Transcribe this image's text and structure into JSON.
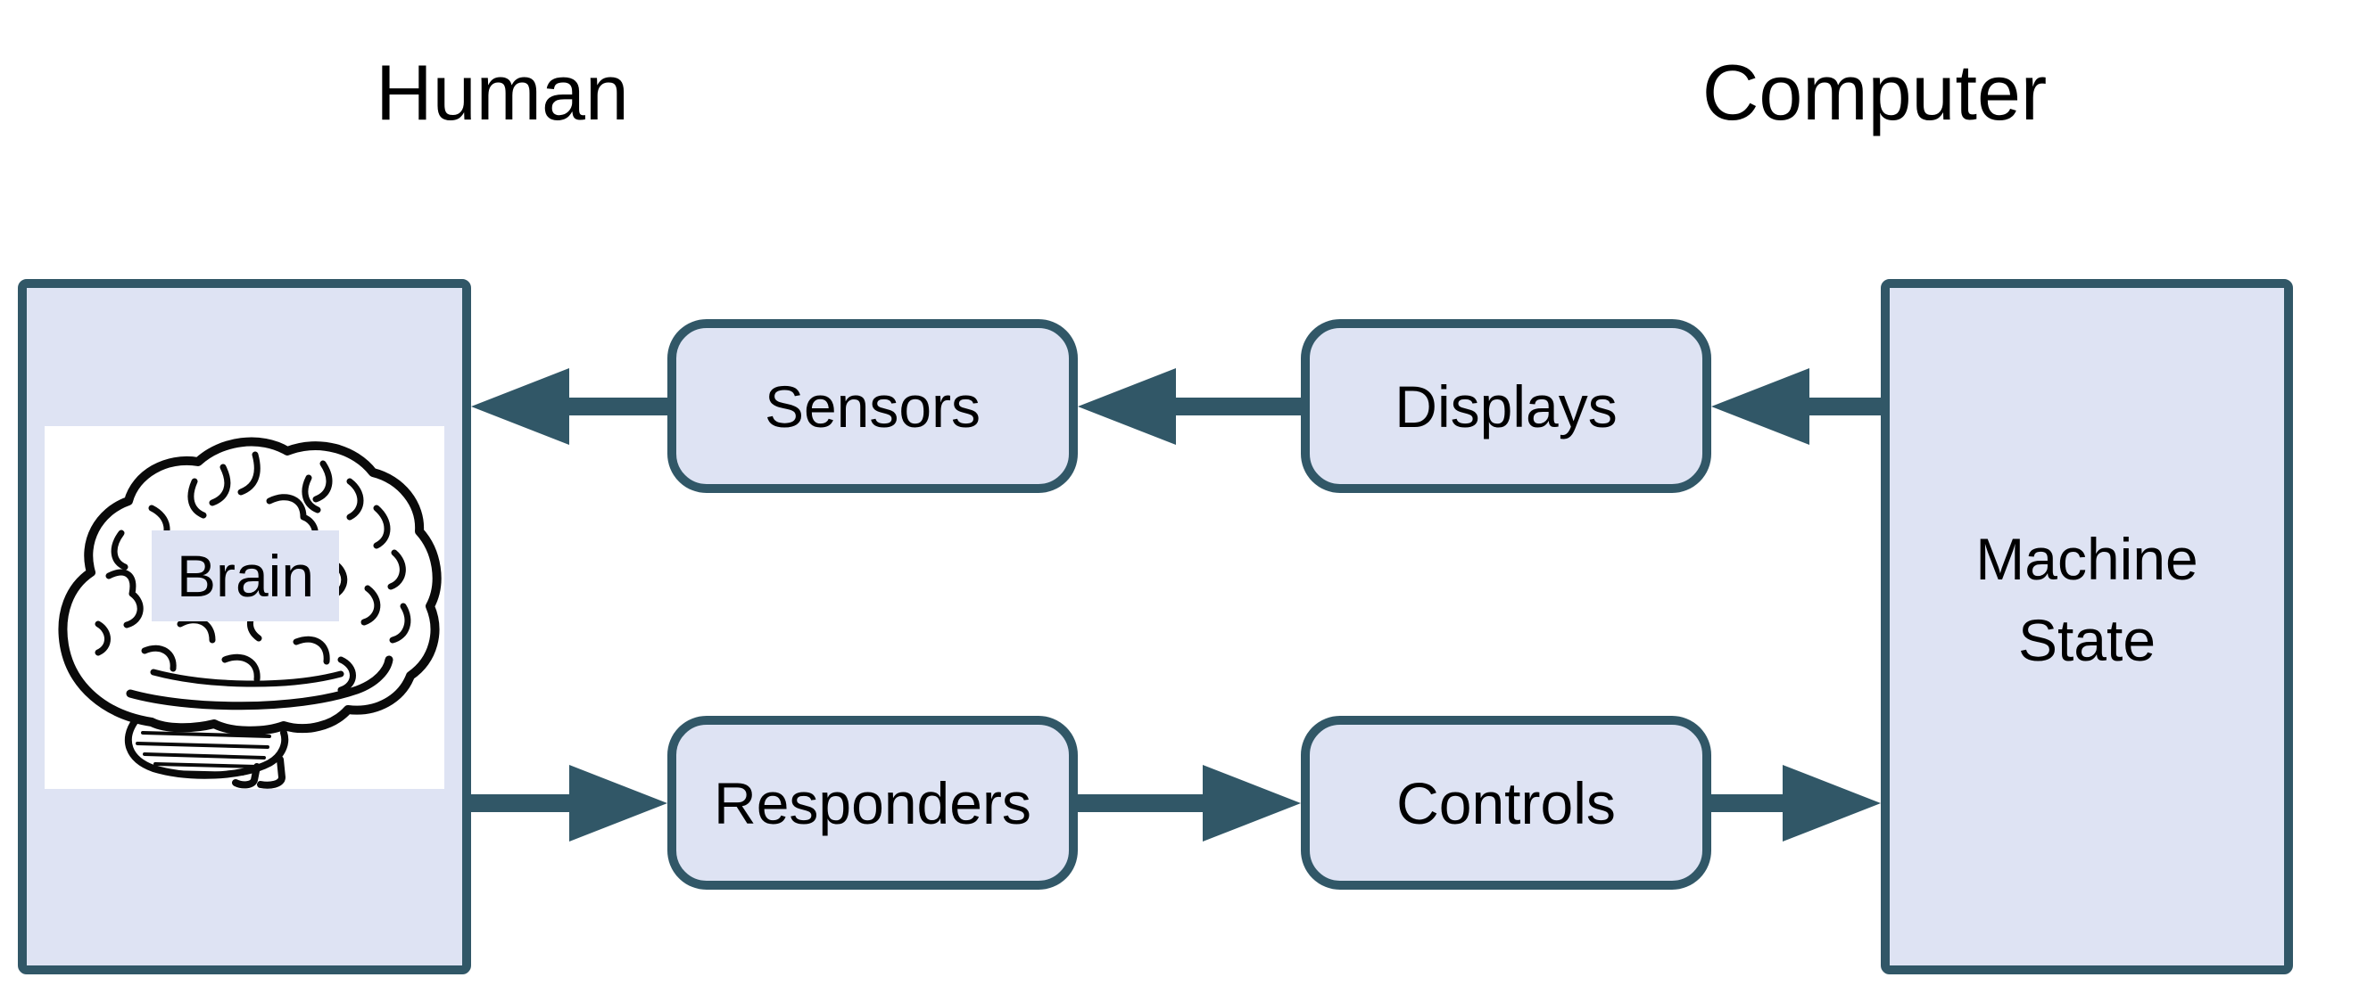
{
  "diagram": {
    "type": "human-computer-interaction-loop",
    "titles": {
      "human": "Human",
      "computer": "Computer"
    },
    "nodes": {
      "brain": {
        "label": "Brain"
      },
      "sensors": {
        "label": "Sensors"
      },
      "displays": {
        "label": "Displays"
      },
      "responders": {
        "label": "Responders"
      },
      "controls": {
        "label": "Controls"
      },
      "machine_state": {
        "label": "Machine State"
      }
    },
    "flows": [
      {
        "from": "machine_state",
        "to": "displays",
        "direction": "left"
      },
      {
        "from": "displays",
        "to": "sensors",
        "direction": "left"
      },
      {
        "from": "sensors",
        "to": "human_brain",
        "direction": "left"
      },
      {
        "from": "human_brain",
        "to": "responders",
        "direction": "right"
      },
      {
        "from": "responders",
        "to": "controls",
        "direction": "right"
      },
      {
        "from": "controls",
        "to": "machine_state",
        "direction": "right"
      }
    ],
    "colors": {
      "canvas_bg": "#ffffff",
      "box_fill": "#dee3f3",
      "box_border": "#315767",
      "arrow": "#315767",
      "text": "#000000",
      "brain_panel_bg": "#ffffff",
      "ink": "#0a0a0a"
    }
  }
}
